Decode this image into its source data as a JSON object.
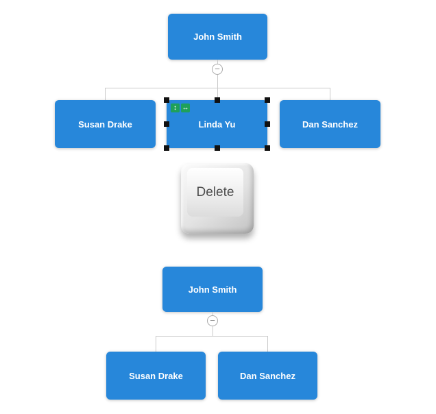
{
  "colors": {
    "node_fill": "#2787da",
    "node_text": "#ffffff",
    "connector": "#c9c9c9",
    "selection_handle": "#111111",
    "badge_green": "#1fa05a"
  },
  "icons": {
    "collapse_glyph": "−",
    "move_vertical_glyph": "↕",
    "move_horizontal_glyph": "↔"
  },
  "before_chart": {
    "root": {
      "label": "John Smith"
    },
    "children": [
      {
        "label": "Susan Drake",
        "selected": false
      },
      {
        "label": "Linda Yu",
        "selected": true
      },
      {
        "label": "Dan Sanchez",
        "selected": false
      }
    ]
  },
  "key": {
    "label": "Delete"
  },
  "after_chart": {
    "root": {
      "label": "John Smith"
    },
    "children": [
      {
        "label": "Susan Drake"
      },
      {
        "label": "Dan Sanchez"
      }
    ]
  }
}
